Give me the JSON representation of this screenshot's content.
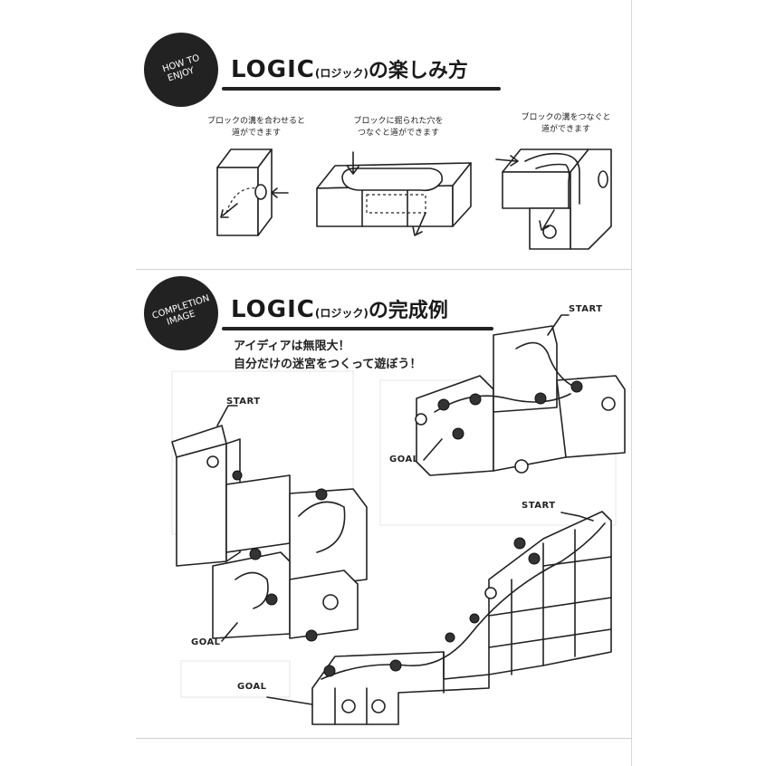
{
  "section_enjoy": {
    "badge_line1": "HOW TO",
    "badge_line2": "ENJOY",
    "title_latin": "LOGIC",
    "title_reading": "(ロジック)",
    "title_jp": "の楽しみ方",
    "captions": [
      {
        "line1": "ブロックの溝を合わせると",
        "line2": "道ができます"
      },
      {
        "line1": "ブロックに掘られた穴を",
        "line2": "つなぐと道ができます"
      },
      {
        "line1": "ブロックの溝をつなぐと",
        "line2": "道ができます"
      }
    ]
  },
  "section_completion": {
    "badge_line1": "COMPLETION",
    "badge_line2": "IMAGE",
    "title_latin": "LOGIC",
    "title_reading": "(ロジック)",
    "title_jp": "の完成例",
    "tagline_line1": "アイディアは無限大！",
    "tagline_line2": "自分だけの迷宮をつくって遊ぼう！",
    "labels": {
      "start_top_right": "START",
      "goal_top_right": "GOAL",
      "start_left": "START",
      "goal_left": "GOAL",
      "start_bottom_right": "START",
      "goal_bottom": "GOAL"
    }
  }
}
